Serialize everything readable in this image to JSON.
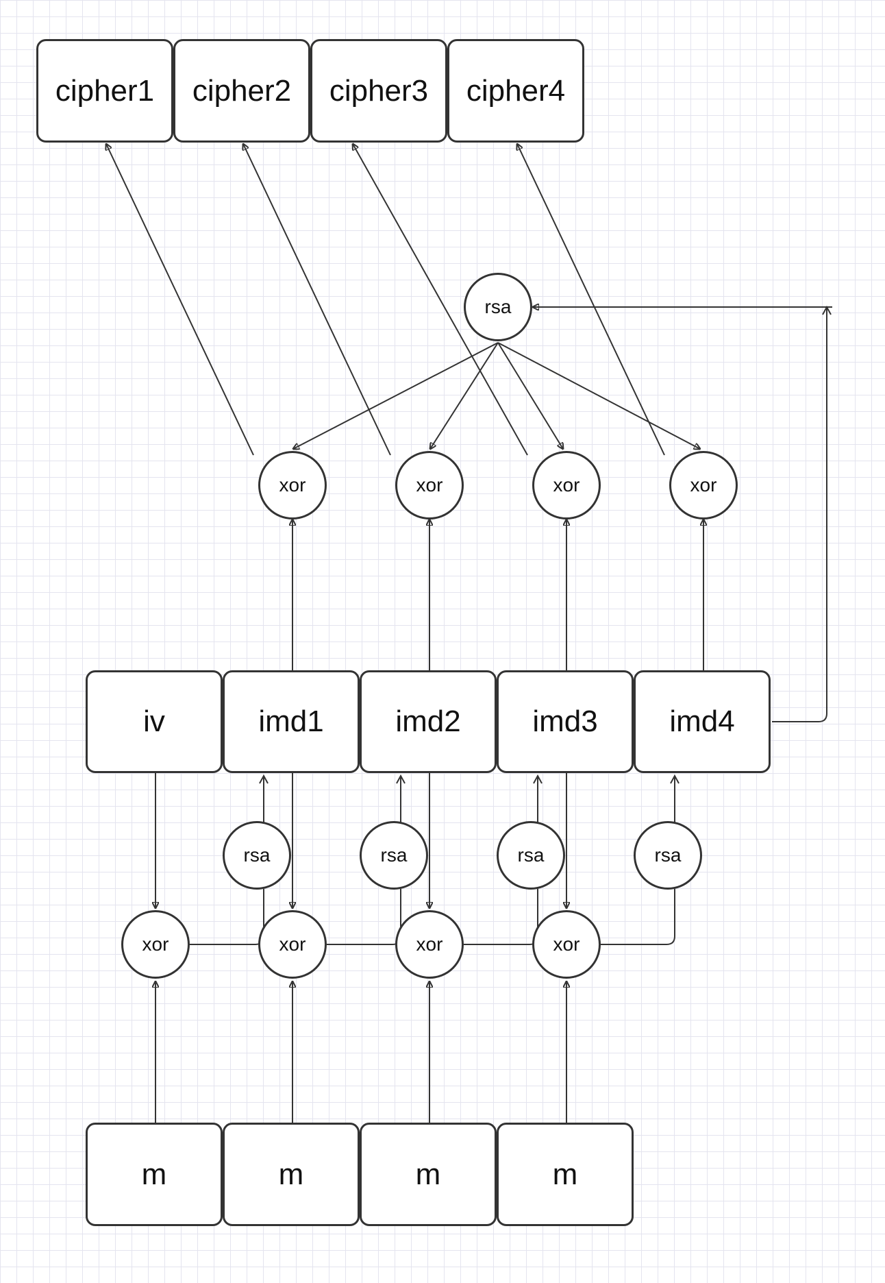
{
  "cipher_labels": [
    "cipher1",
    "cipher2",
    "cipher3",
    "cipher4"
  ],
  "top_rsa_label": "rsa",
  "top_xor_labels": [
    "xor",
    "xor",
    "xor",
    "xor"
  ],
  "imd_labels": [
    "iv",
    "imd1",
    "imd2",
    "imd3",
    "imd4"
  ],
  "lower_rsa_labels": [
    "rsa",
    "rsa",
    "rsa",
    "rsa"
  ],
  "lower_xor_labels": [
    "xor",
    "xor",
    "xor",
    "xor"
  ],
  "m_labels": [
    "m",
    "m",
    "m",
    "m"
  ]
}
